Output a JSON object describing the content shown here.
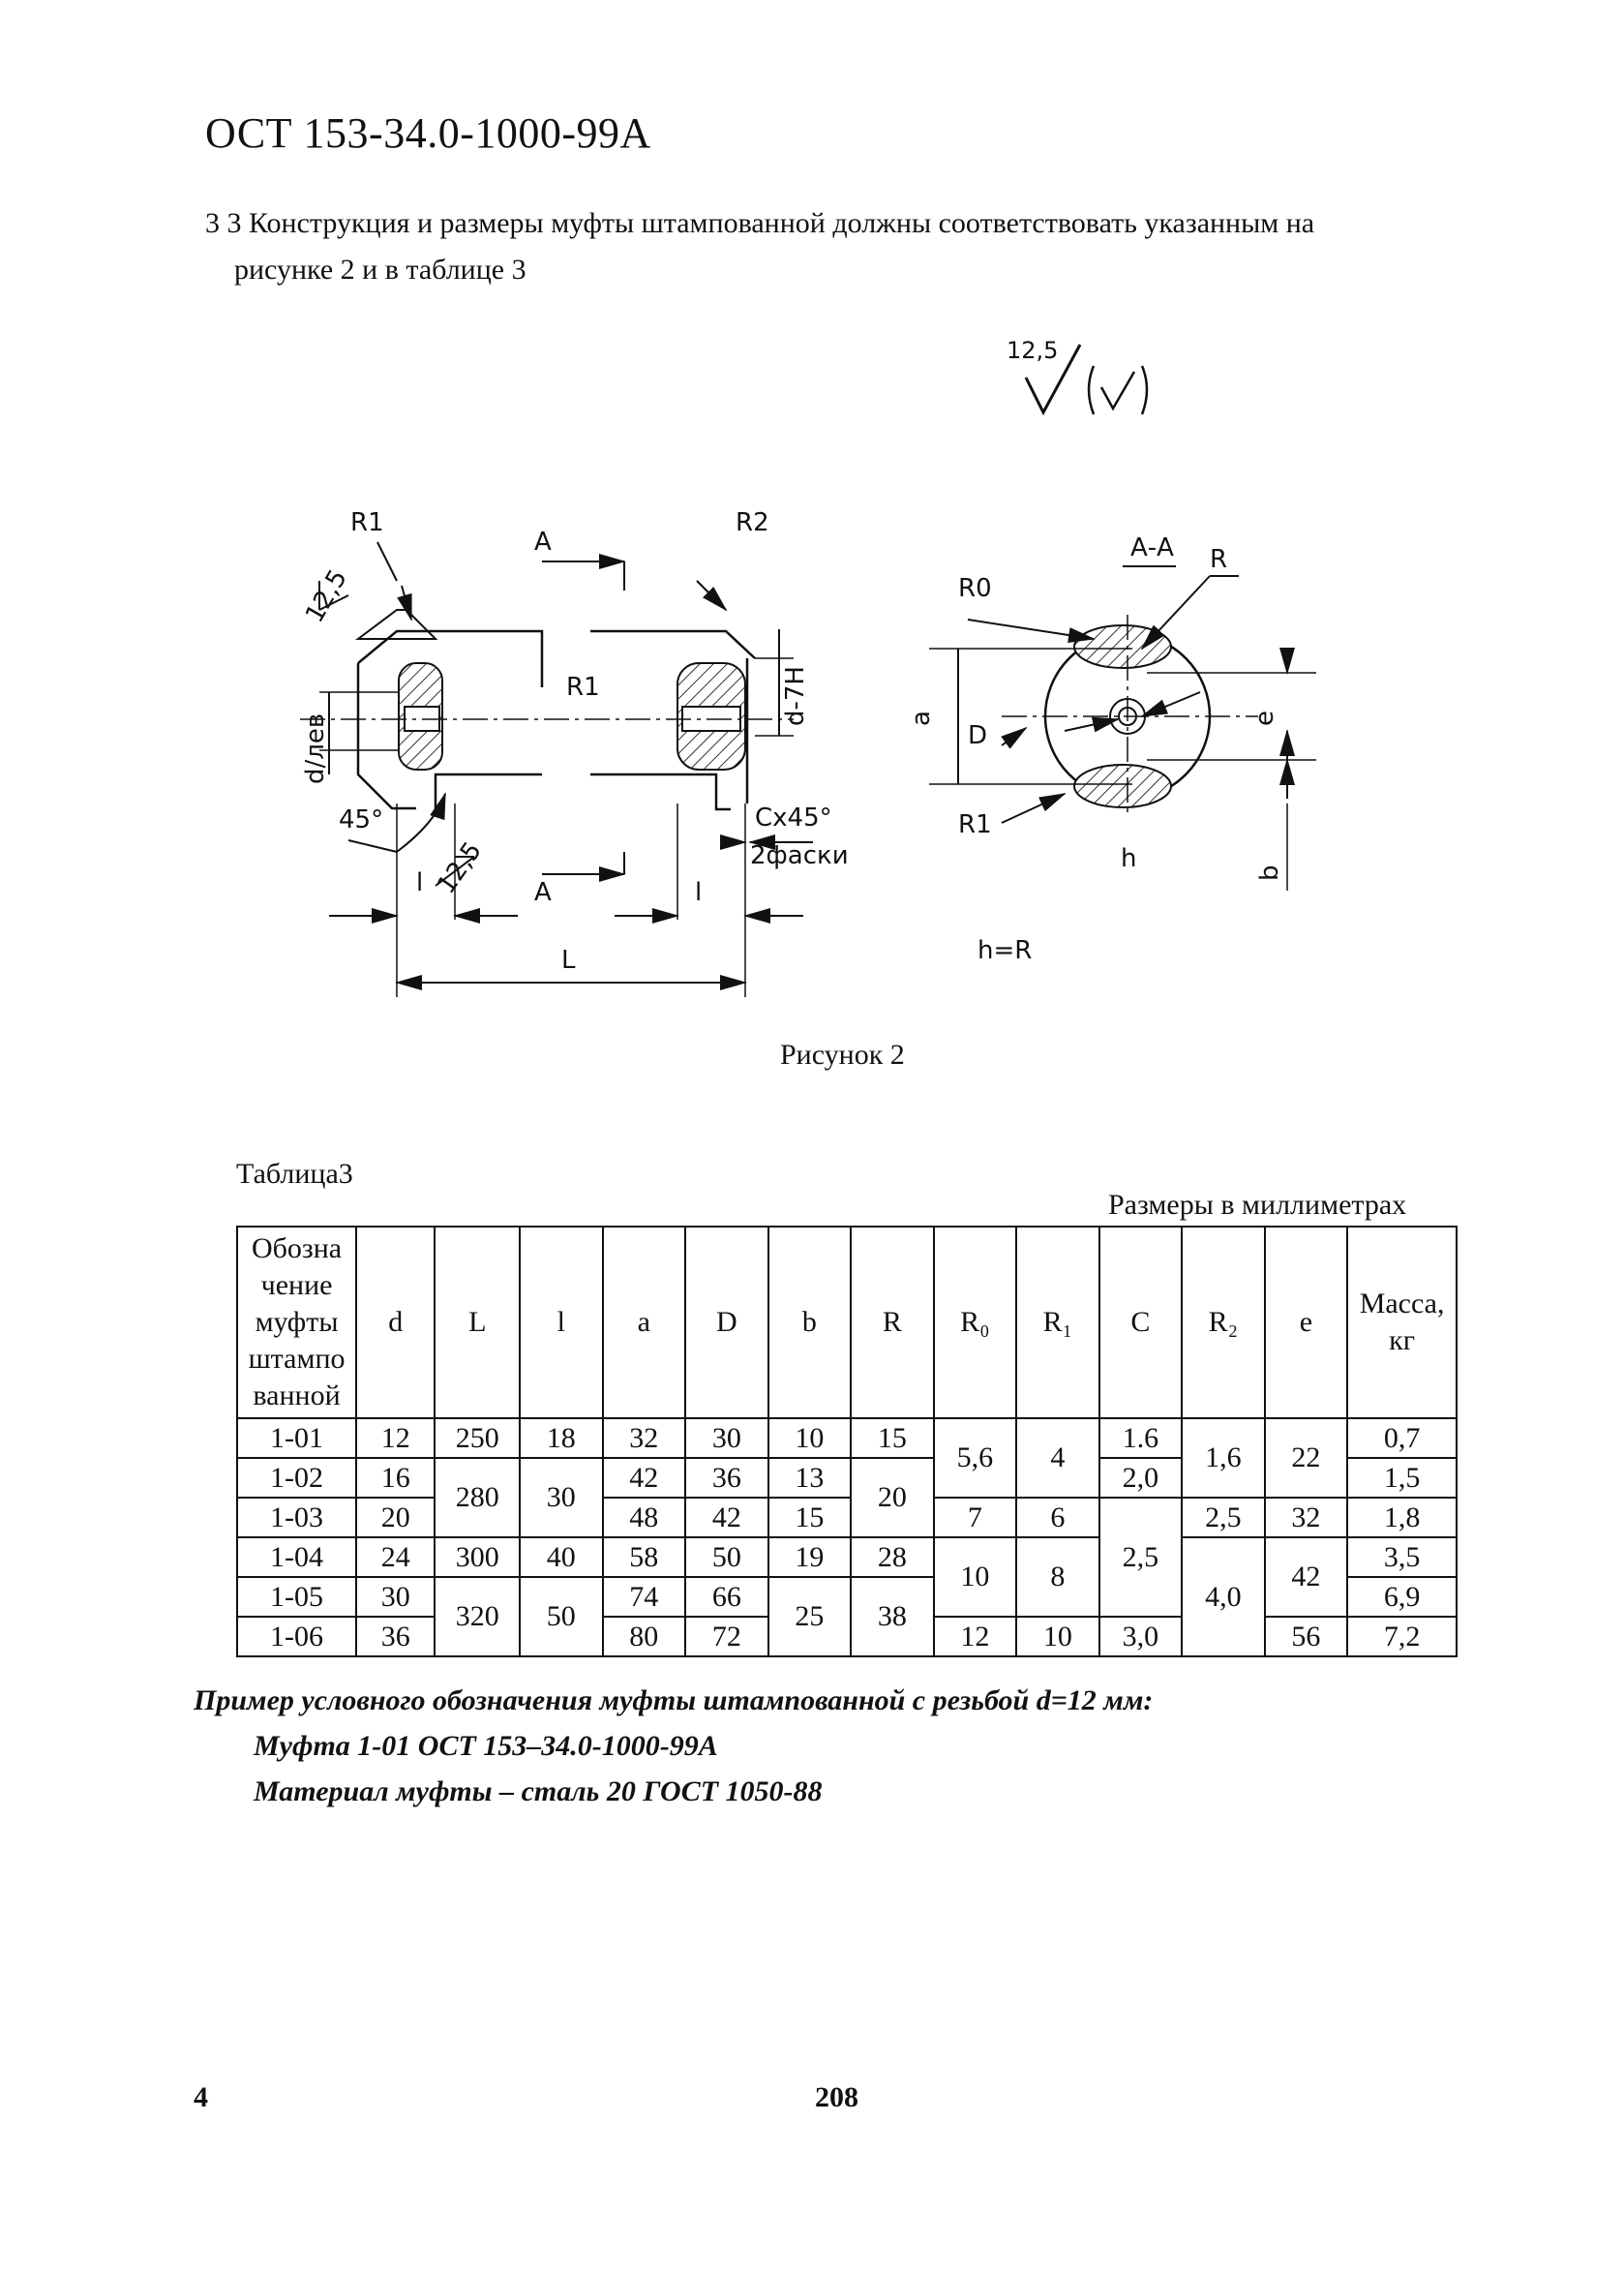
{
  "header": {
    "doc_code": "ОСТ 153-34.0-1000-99А"
  },
  "intro": {
    "line1": "3 3  Конструкция и размеры муфты штампованной должны соответствовать указанным на",
    "line2": "рисунке 2 и в таблице 3"
  },
  "roughness": {
    "value": "12,5"
  },
  "drawing": {
    "labels": {
      "r1": "R1",
      "r2": "R2",
      "section_a": "А",
      "section_aa": "А-А",
      "r": "R",
      "r0": "R0",
      "a_dim": "a",
      "d_cap": "D",
      "e": "е",
      "r1_right": "R1",
      "h": "h",
      "b": "b",
      "h_eq": "h=R",
      "d7h": "d-7H",
      "dlev": "d/лев",
      "angle45": "45°",
      "chamfer": "Сх45°",
      "chamfer2": "2фаски",
      "l_small": "l",
      "l_big": "L",
      "r12_5_a": "12,5",
      "r12_5_b": "12,5",
      "r1_mid": "R1"
    }
  },
  "figure": {
    "caption": "Рисунок 2"
  },
  "table": {
    "title": "Таблица3",
    "units": "Размеры в миллиметрах",
    "headers": {
      "designation": "Обозна чение муфты штампо ванной",
      "d": "d",
      "L": "L",
      "l": "l",
      "a": "a",
      "D": "D",
      "b": "b",
      "R": "R",
      "R0": "R₀",
      "R1": "R₁",
      "C": "C",
      "R2": "R₂",
      "e": "e",
      "mass": "Масса, кг"
    },
    "rows": [
      {
        "des": "1-01",
        "d": "12",
        "L": "250",
        "l": "18",
        "a": "32",
        "D": "30",
        "b": "10",
        "R": "15",
        "R0": "5,6",
        "R1": "4",
        "C": "1.6",
        "R2": "1,6",
        "e": "22",
        "mass": "0,7"
      },
      {
        "des": "1-02",
        "d": "16",
        "L": "280",
        "l": "30",
        "a": "42",
        "D": "36",
        "b": "13",
        "R": "20",
        "C": "2,0",
        "mass": "1,5"
      },
      {
        "des": "1-03",
        "d": "20",
        "a": "48",
        "D": "42",
        "b": "15",
        "R0": "7",
        "R1": "6",
        "R2": "2,5",
        "e": "32",
        "mass": "1,8"
      },
      {
        "des": "1-04",
        "d": "24",
        "L": "300",
        "l": "40",
        "a": "58",
        "D": "50",
        "b": "19",
        "R": "28",
        "R0": "10",
        "R1": "8",
        "C": "2,5",
        "R2": "4,0",
        "e": "42",
        "mass": "3,5"
      },
      {
        "des": "1-05",
        "d": "30",
        "L": "320",
        "l": "50",
        "a": "74",
        "D": "66",
        "b": "25",
        "R": "38",
        "mass": "6,9"
      },
      {
        "des": "1-06",
        "d": "36",
        "a": "80",
        "D": "72",
        "R0": "12",
        "R1": "10",
        "C": "3,0",
        "e": "56",
        "mass": "7,2"
      }
    ]
  },
  "example": {
    "line1": "Пример условного обозначения муфты штампованной с резьбой d=12 мм:",
    "line2": "Муфта 1-01 ОСТ 153–34.0-1000-99А",
    "line3": "Материал муфты – сталь 20 ГОСТ 1050-88"
  },
  "footer": {
    "left": "4",
    "page": "208"
  }
}
